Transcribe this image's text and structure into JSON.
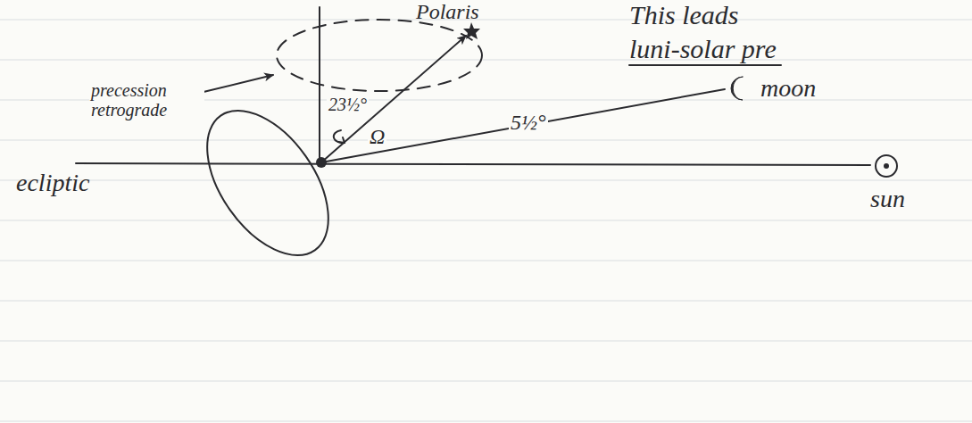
{
  "diagram": {
    "labels": [
      "Polaris",
      "This leads",
      "luni-solar pre",
      "precession retrograde",
      "23½°",
      "Ω",
      "moon",
      "5½°",
      "ecliptic",
      "sun"
    ]
  }
}
